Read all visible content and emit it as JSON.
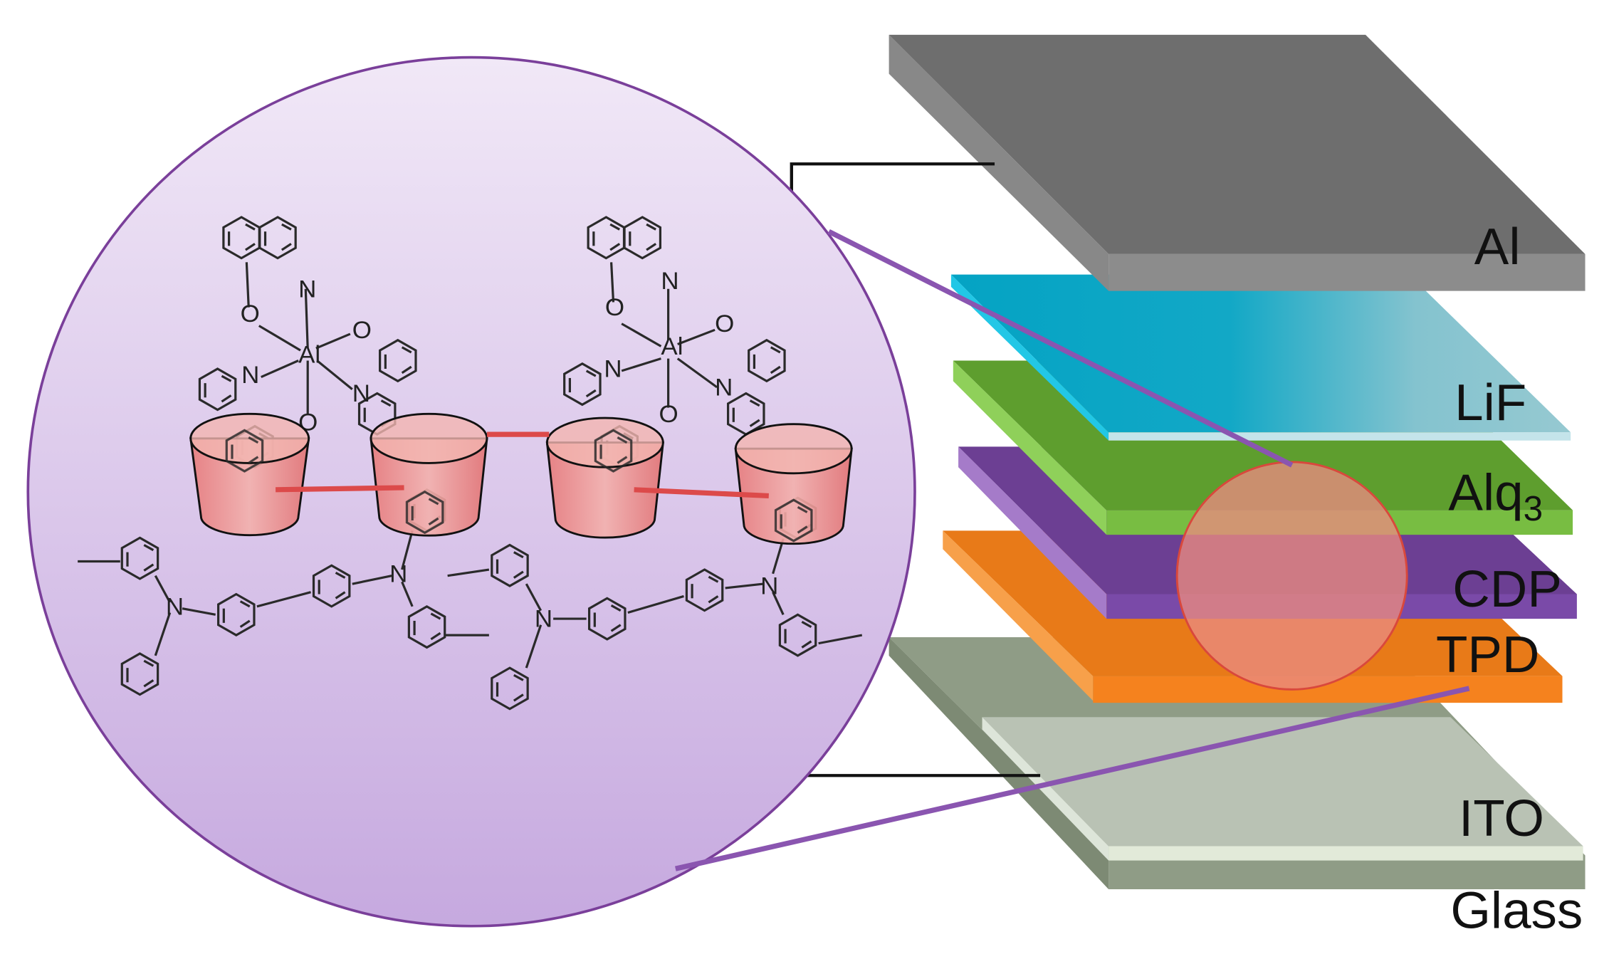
{
  "figure": {
    "layers": [
      {
        "id": "al",
        "label": "Al",
        "color": "#6e6e6e"
      },
      {
        "id": "lif",
        "label": "LiF",
        "color": "#2fb6cf"
      },
      {
        "id": "alq3",
        "label": "Alq",
        "subscript": "3",
        "color": "#6fb03a"
      },
      {
        "id": "cdp",
        "label": "CDP",
        "color": "#7b4aa6"
      },
      {
        "id": "tpd",
        "label": "TPD",
        "color": "#f08020"
      },
      {
        "id": "ito",
        "label": "ITO",
        "color": "#c9d3c6"
      },
      {
        "id": "glass",
        "label": "Glass",
        "color": "#8f9c86"
      }
    ],
    "atom_labels": {
      "aluminum": "Al",
      "nitrogen": "N",
      "oxygen": "O"
    },
    "colors": {
      "magnifier_fill_top": "#efe6f6",
      "magnifier_fill_bottom": "#c9b0e0",
      "magnifier_stroke": "#7a3f9a",
      "cyclodextrin": "#ec8a8a",
      "callout_line": "#8a55b0",
      "highlight_circle": "#e98a80"
    }
  }
}
